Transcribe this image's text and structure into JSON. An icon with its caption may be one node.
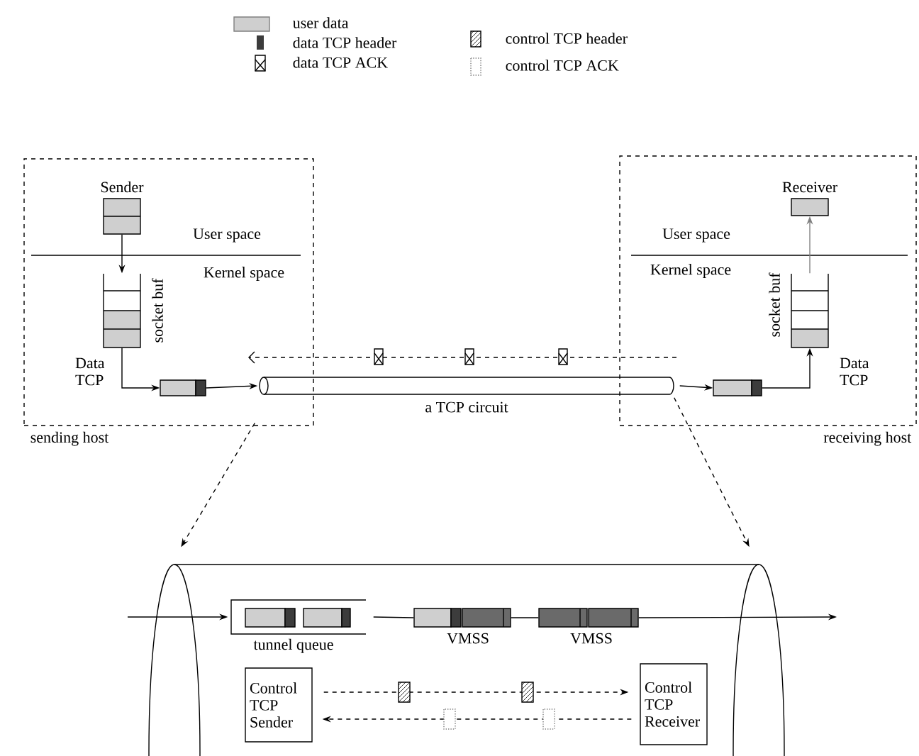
{
  "diagram": {
    "nodes": [
      {
        "text": [
          "sending host"
        ]
      },
      {
        "text": [
          "receiving host"
        ]
      },
      {
        "text": [
          "Sender"
        ],
        "in": 0
      },
      {
        "text": [
          "socket buf"
        ],
        "in": 0
      },
      {
        "text": [],
        "shape": "box",
        "in": 0
      },
      {
        "text": [
          "Receiver"
        ],
        "in": 1
      },
      {
        "text": [
          "socket buf"
        ],
        "in": 1
      },
      {
        "text": [],
        "shape": "box",
        "in": 1
      },
      {
        "text": [
          "a TCP circuit"
        ]
      },
      {
        "text": [],
        "shape": "cylinder"
      },
      {
        "text": [
          "tunnel queue"
        ],
        "in": 9
      },
      {
        "text": [
          "VMSS"
        ],
        "in": 9
      },
      {
        "text": [
          "VMSS"
        ],
        "in": 9
      },
      {
        "text": [
          "Control TCP Sender"
        ],
        "in": 9
      },
      {
        "text": [
          "Control TCP Receiver"
        ],
        "in": 9
      }
    ],
    "edges": [
      {
        "from": 2,
        "to": 3,
        "arrow": "to"
      },
      {
        "from": 3,
        "to": 4,
        "arrow": "to",
        "label": "Data TCP"
      },
      {
        "from": 4,
        "to": 8,
        "arrow": "to"
      },
      {
        "from": 8,
        "to": 7,
        "arrow": "to"
      },
      {
        "from": 7,
        "to": 6,
        "arrow": "to",
        "label": "Data TCP"
      },
      {
        "from": 6,
        "to": 5,
        "arrow": "to",
        "color": "#808080"
      },
      {
        "from": 8,
        "to": 9,
        "arrow": "to",
        "style": "dashed"
      },
      {
        "from": 8,
        "to": 9,
        "arrow": "to",
        "style": "dashed"
      },
      {
        "from": null,
        "to": 10,
        "arrow": "to"
      },
      {
        "from": 10,
        "to": 11,
        "arrow": "none"
      },
      {
        "from": 11,
        "to": 12,
        "arrow": "none"
      },
      {
        "from": 12,
        "to": null,
        "arrow": "to"
      },
      {
        "from": 13,
        "to": 14,
        "arrow": "to",
        "style": "dashed"
      },
      {
        "from": 14,
        "to": 13,
        "arrow": "to",
        "style": "dashed"
      }
    ],
    "labels": [
      "User space",
      "Kernel space",
      "User space",
      "Kernel space"
    ],
    "legend": [
      {
        "text": "user data"
      },
      {
        "text": "data TCP header"
      },
      {
        "text": "data TCP ACK"
      },
      {
        "text": "control TCP header"
      },
      {
        "text": "control TCP ACK"
      }
    ]
  }
}
